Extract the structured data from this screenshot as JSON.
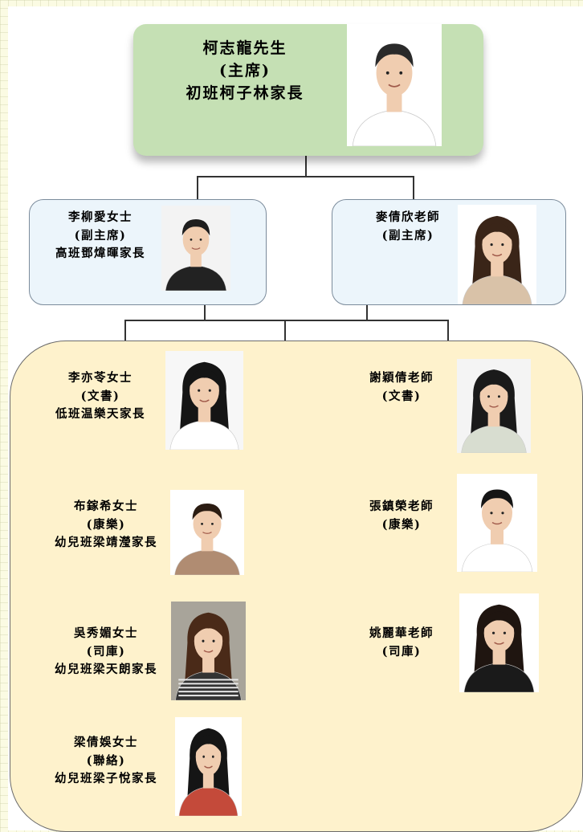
{
  "chairman": {
    "name": "柯志龍先生",
    "role": "(主席)",
    "note": "初班柯子林家長",
    "photo": "portrait-photo"
  },
  "vice_chairs": [
    {
      "name": "李柳愛女士",
      "role": "(副主席)",
      "note": "高班鄧煒暉家長",
      "photo": "portrait-photo"
    },
    {
      "name": "麥倩欣老師",
      "role": "(副主席)",
      "note": "",
      "photo": "portrait-photo"
    }
  ],
  "members_left": [
    {
      "name": "李亦苓女士",
      "role": "(文書)",
      "note": "低班温樂天家長",
      "photo": "portrait-photo"
    },
    {
      "name": "布鎵希女士",
      "role": "(康樂)",
      "note": "幼兒班梁靖瀅家長",
      "photo": "portrait-photo"
    },
    {
      "name": "吳秀媚女士",
      "role": "(司庫)",
      "note": "幼兒班梁天朗家長",
      "photo": "portrait-photo"
    },
    {
      "name": "梁倩娛女士",
      "role": "(聯絡)",
      "note": "幼兒班梁子悅家長",
      "photo": "portrait-photo"
    }
  ],
  "members_right": [
    {
      "name": "謝穎倩老師",
      "role": "(文書)",
      "photo": "portrait-photo"
    },
    {
      "name": "張鎮榮老師",
      "role": "(康樂)",
      "photo": "portrait-photo"
    },
    {
      "name": "姚麗華老師",
      "role": "(司庫)",
      "photo": "portrait-photo"
    }
  ],
  "colors": {
    "chair_box": "#c5e0b4",
    "vice_box": "#ecf5fb",
    "members_box": "#fef2cc",
    "page_grid": "#fbfbe3"
  }
}
